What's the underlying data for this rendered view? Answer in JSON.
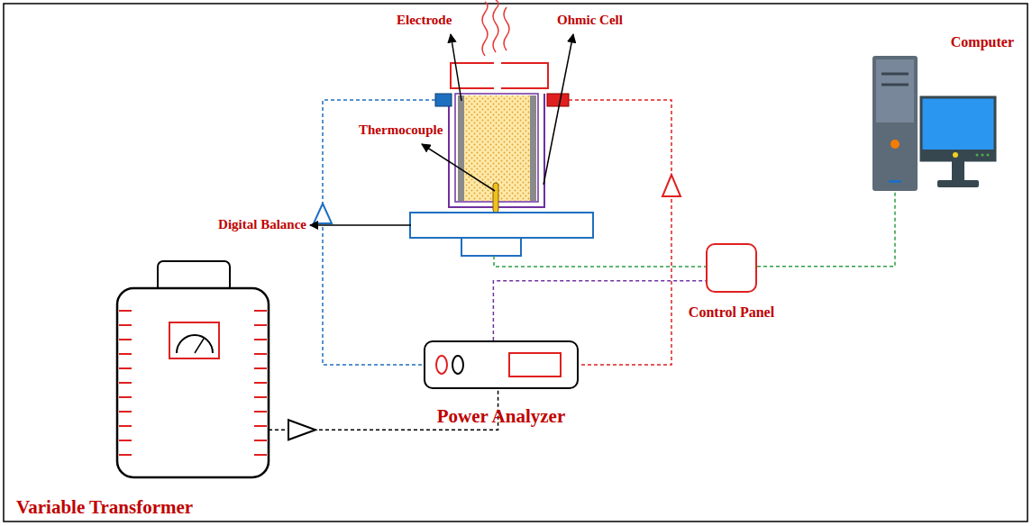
{
  "diagram": {
    "nodes": [
      {
        "text": [
          "Computer"
        ]
      },
      {
        "text": [
          "Control Panel"
        ]
      },
      {
        "text": [
          "Power Analyzer"
        ]
      },
      {
        "text": [
          "Variable Transformer"
        ]
      }
    ],
    "edges": [
      {
        "from": 1,
        "to": 0,
        "arrow": "none"
      },
      {
        "from": 2,
        "to": 1,
        "arrow": "none"
      },
      {
        "from": 3,
        "to": 2,
        "arrow": "to"
      }
    ],
    "labels": [
      "Electrode",
      "Ohmic Cell",
      "Thermocouple",
      "Digital Balance"
    ]
  }
}
